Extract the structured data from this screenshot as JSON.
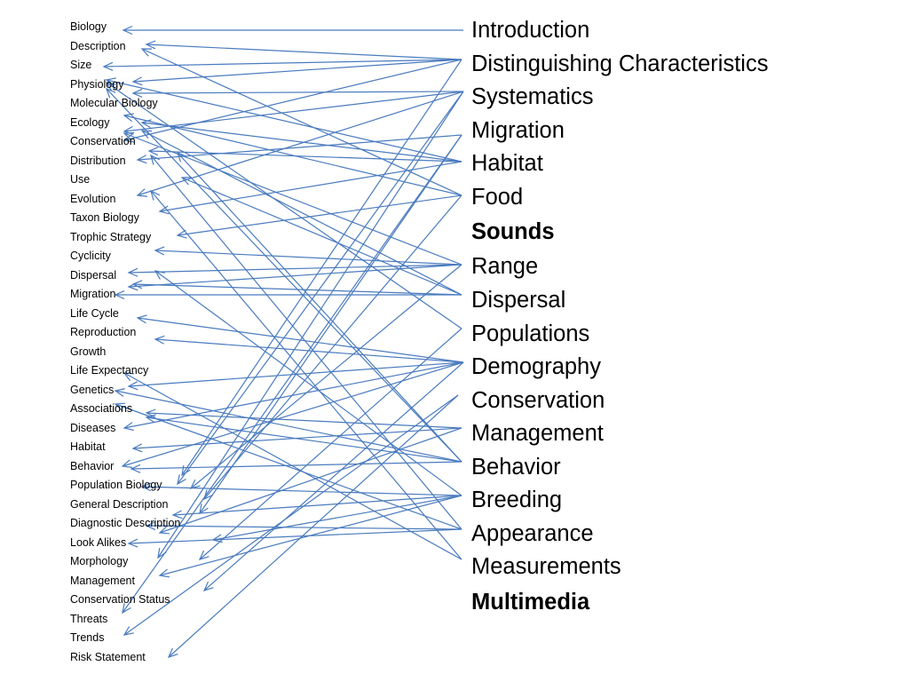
{
  "left_terms": [
    "Biology",
    "Description",
    "Size",
    "Physiology",
    "Molecular Biology",
    "Ecology",
    "Conservation",
    "Distribution",
    "Use",
    "Evolution",
    "Taxon Biology",
    "Trophic Strategy",
    "Cyclicity",
    "Dispersal",
    "Migration",
    "Life Cycle",
    "Reproduction",
    "Growth",
    "Life Expectancy",
    "Genetics",
    "Associations",
    "Diseases",
    "Habitat",
    "Behavior",
    "Population Biology",
    "General Description",
    "Diagnostic Description",
    "Look Alikes",
    "Morphology",
    "Management",
    "Conservation Status",
    "Threats",
    "Trends",
    "Risk Statement"
  ],
  "right_terms": [
    {
      "label": "Introduction",
      "bold": false
    },
    {
      "label": "Distinguishing Characteristics",
      "bold": false
    },
    {
      "label": "Systematics",
      "bold": false
    },
    {
      "label": "Migration",
      "bold": false
    },
    {
      "label": "Habitat",
      "bold": false
    },
    {
      "label": "Food",
      "bold": false
    },
    {
      "label": "Sounds",
      "bold": true
    },
    {
      "label": "Range",
      "bold": false
    },
    {
      "label": "Dispersal",
      "bold": false
    },
    {
      "label": "Populations",
      "bold": false
    },
    {
      "label": "Demography",
      "bold": false
    },
    {
      "label": "Conservation",
      "bold": false
    },
    {
      "label": "Management",
      "bold": false
    },
    {
      "label": "Behavior",
      "bold": false
    },
    {
      "label": "Breeding",
      "bold": false
    },
    {
      "label": "Appearance",
      "bold": false
    },
    {
      "label": "Measurements",
      "bold": false
    },
    {
      "label": "Multimedia",
      "bold": true
    }
  ],
  "colors": {
    "arrow": "#4a7bbf",
    "text": "#000000"
  }
}
